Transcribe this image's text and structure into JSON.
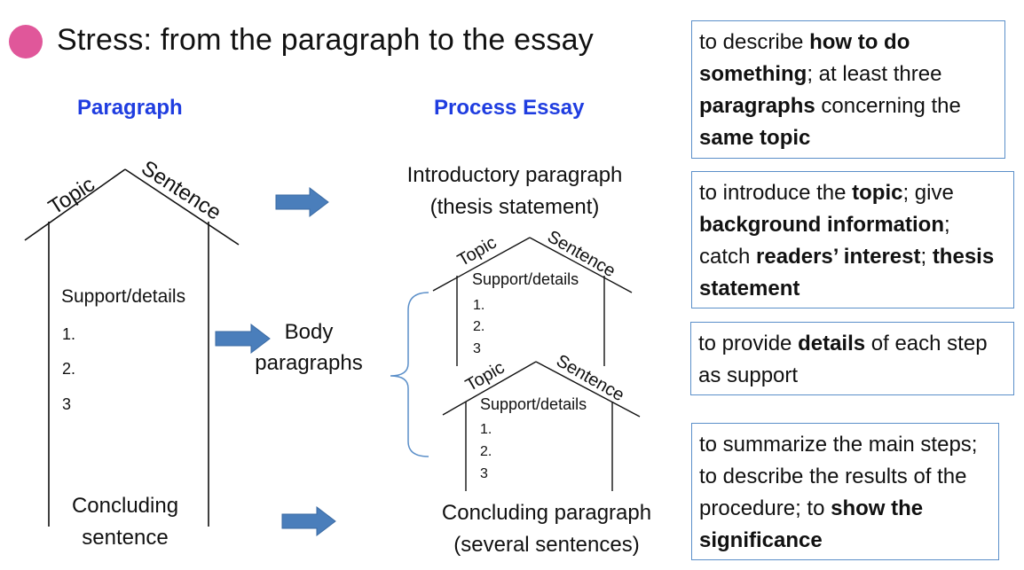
{
  "title": "Stress: from the paragraph to the essay",
  "headings": {
    "paragraph": "Paragraph",
    "process_essay": "Process Essay"
  },
  "paragraph_diagram": {
    "roof_left": "Topic",
    "roof_right": "Sentence",
    "support": "Support/details",
    "items": [
      "1.",
      "2.",
      "3"
    ],
    "concluding_line1": "Concluding",
    "concluding_line2": "sentence"
  },
  "essay": {
    "intro_line1": "Introductory paragraph",
    "intro_line2": "(thesis statement)",
    "body_line1": "Body",
    "body_line2": "paragraphs",
    "body1": {
      "roof_left": "Topic",
      "roof_right": "Sentence",
      "support": "Support/details",
      "items": [
        "1.",
        "2.",
        "3"
      ]
    },
    "body2": {
      "roof_left": "Topic",
      "roof_right": "Sentence",
      "support": "Support/details",
      "items": [
        "1.",
        "2.",
        "3"
      ]
    },
    "concl_line1": "Concluding paragraph",
    "concl_line2": "(several sentences)"
  },
  "boxes": [
    {
      "segments": [
        {
          "t": "to describe ",
          "b": false
        },
        {
          "t": "how to do something",
          "b": true
        },
        {
          "t": "; at least three ",
          "b": false
        },
        {
          "t": "paragraphs",
          "b": true
        },
        {
          "t": " concerning the ",
          "b": false
        },
        {
          "t": "same topic",
          "b": true
        }
      ]
    },
    {
      "segments": [
        {
          "t": "to introduce the ",
          "b": false
        },
        {
          "t": "topic",
          "b": true
        },
        {
          "t": "; give ",
          "b": false
        },
        {
          "t": "background information",
          "b": true
        },
        {
          "t": "; catch ",
          "b": false
        },
        {
          "t": "readers’ interest",
          "b": true
        },
        {
          "t": "; ",
          "b": false
        },
        {
          "t": "thesis statement",
          "b": true
        }
      ]
    },
    {
      "segments": [
        {
          "t": "to provide ",
          "b": false
        },
        {
          "t": "details",
          "b": true
        },
        {
          "t": " of each step as support",
          "b": false
        }
      ]
    },
    {
      "segments": [
        {
          "t": "to summarize the main steps; to describe the results of the procedure; to ",
          "b": false
        },
        {
          "t": "show the significance",
          "b": true
        }
      ]
    }
  ],
  "colors": {
    "bullet": "#e0579a",
    "heading": "#1f3de0",
    "arrow": "#4a7ebb",
    "box_border": "#5b8fc9",
    "bracket": "#5b8fc9"
  }
}
